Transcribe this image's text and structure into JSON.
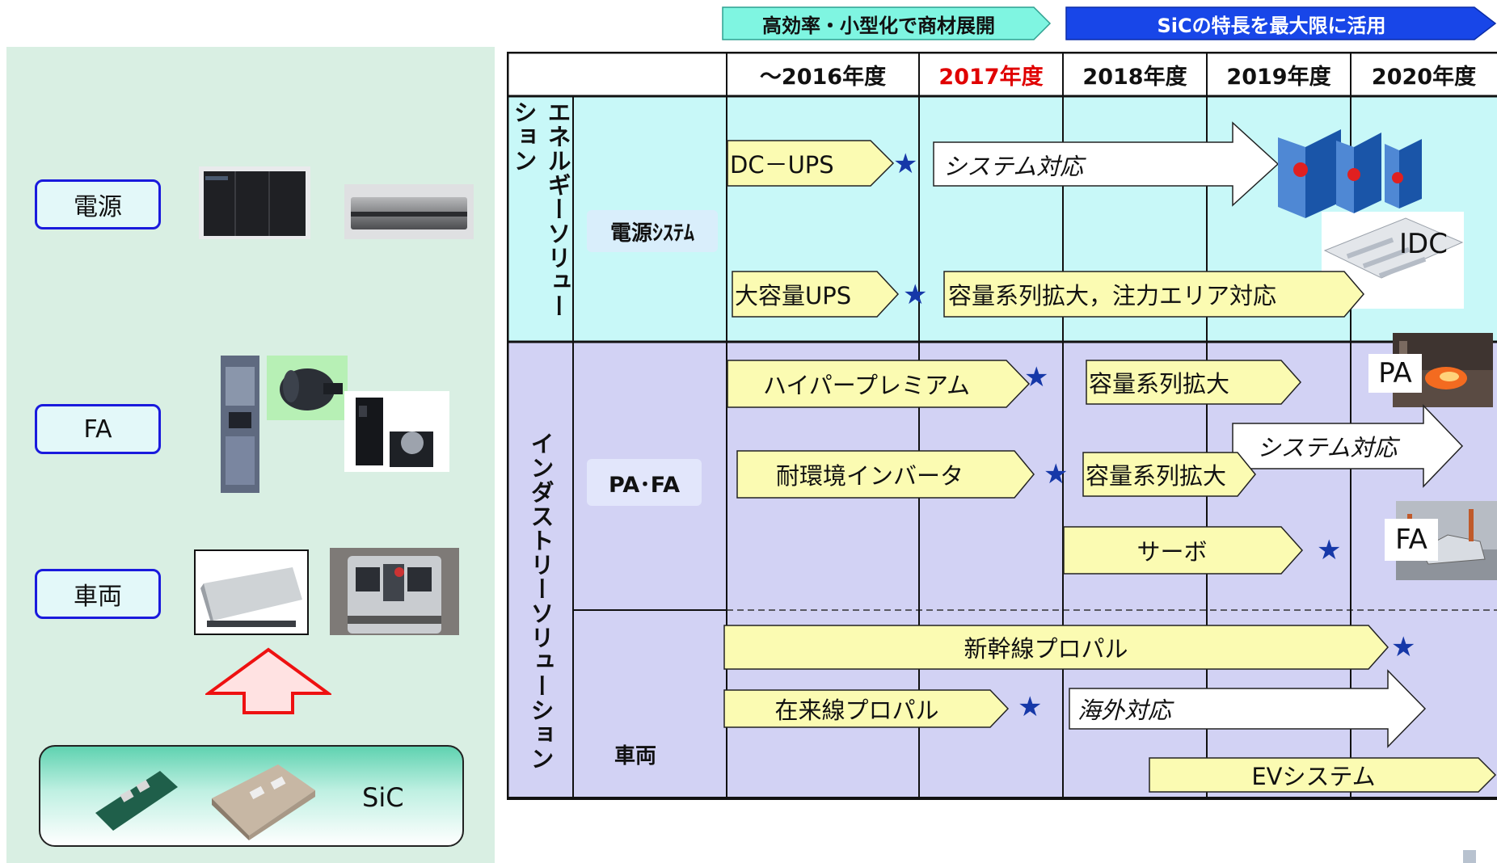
{
  "banners": {
    "left": "高効率・小型化で商材展開",
    "right": "SiCの特長を最大限に活用"
  },
  "years": [
    "～2016年度",
    "2017年度",
    "2018年度",
    "2019年度",
    "2020年度"
  ],
  "colors": {
    "highlight_year": "#e00000",
    "energy_bg": "#c8f8f8",
    "industry_bg": "#d2d2f4",
    "arrow_yellow": "#fbfbb2",
    "star": "#1638a8",
    "banner_left": "#7ff5e1",
    "banner_right": "#1846e8"
  },
  "sections": {
    "energy": "エネルギーソリューション",
    "industry": "インダストリーソリューション"
  },
  "subcategories": {
    "power_system": "電源ｼｽﾃﾑ",
    "pa_fa": "PA･FA",
    "vehicle": "車両"
  },
  "arrows": {
    "dc_ups": "DC－UPS",
    "system_support_1": "システム対応",
    "large_ups": "大容量UPS",
    "capacity_expand_1": "容量系列拡大，注力エリア対応",
    "hyper_premium": "ハイパープレミアム",
    "capacity_expand_2": "容量系列拡大",
    "system_support_2": "システム対応",
    "env_inverter": "耐環境インバータ",
    "capacity_expand_3": "容量系列拡大",
    "servo": "サーボ",
    "shinkansen": "新幹線プロパル",
    "conventional": "在来線プロパル",
    "overseas": "海外対応",
    "ev_system": "EVシステム"
  },
  "photo_labels": {
    "idc": "IDC",
    "pa": "PA",
    "fa": "FA"
  },
  "left_panel": {
    "power": "電源",
    "fa": "FA",
    "vehicle": "車両",
    "sic": "SiC"
  },
  "star_glyph": "★"
}
